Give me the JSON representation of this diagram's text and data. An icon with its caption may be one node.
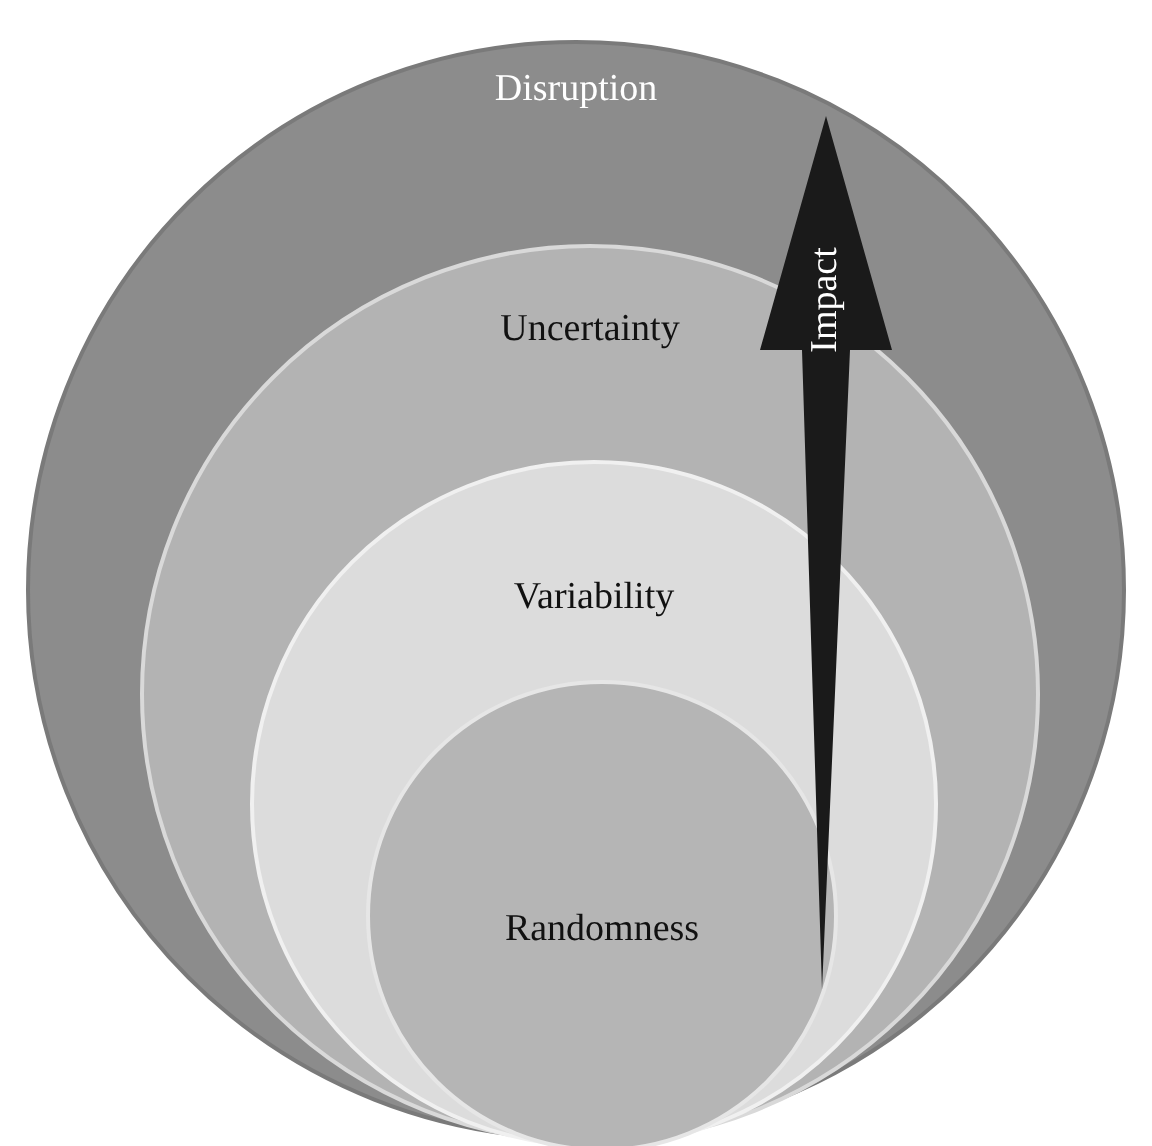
{
  "diagram": {
    "nodes": [
      {
        "text": [
          "Disruption"
        ]
      },
      {
        "text": [
          "Uncertainty"
        ],
        "in": 0
      },
      {
        "text": [
          "Variability"
        ],
        "in": 1
      },
      {
        "text": [
          "Randomness"
        ],
        "in": 2
      }
    ],
    "labels": [
      "Impact"
    ]
  }
}
